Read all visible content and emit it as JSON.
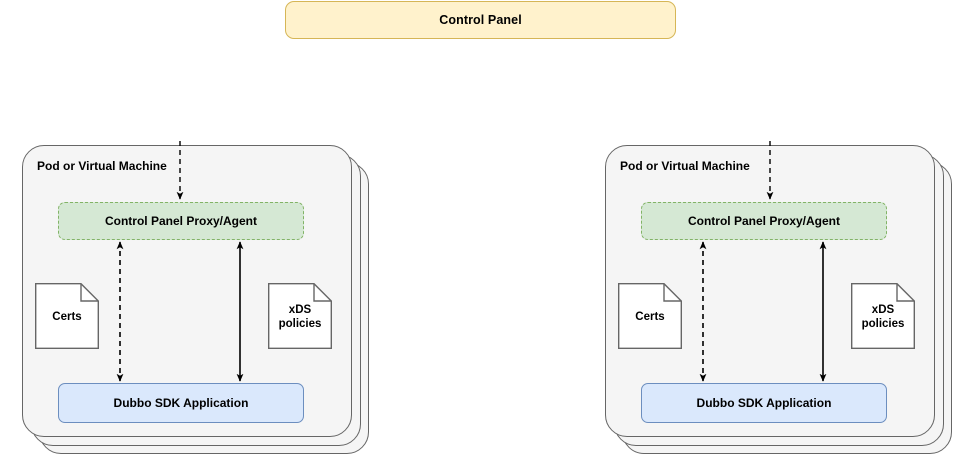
{
  "diagram": {
    "title_box": {
      "label": "Control Panel",
      "fill": "#fff2cc",
      "stroke": "#d6b656"
    },
    "groups": [
      {
        "id": "left",
        "title": "Pod or Virtual Machine",
        "stack_count": 3,
        "proxy": {
          "label": "Control Panel Proxy/Agent",
          "fill": "#d5e8d4",
          "stroke": "#82b366",
          "stroke_style": "dashed"
        },
        "application": {
          "label": "Dubbo SDK Application",
          "fill": "#dae8fc",
          "stroke": "#6c8ebf",
          "stroke_style": "solid"
        },
        "documents": [
          {
            "label": "Certs",
            "fill": "#ffffff",
            "stroke": "#666666"
          },
          {
            "label": "xDS\npolicies",
            "line1": "xDS",
            "line2": "policies",
            "fill": "#ffffff",
            "stroke": "#666666"
          }
        ],
        "edges": [
          {
            "from": "control-panel",
            "to": "proxy",
            "style": "dashed",
            "arrows": "end"
          },
          {
            "from": "proxy",
            "to": "application",
            "style": "dashed",
            "arrows": "both"
          },
          {
            "from": "proxy",
            "to": "application",
            "style": "solid",
            "arrows": "both"
          }
        ]
      },
      {
        "id": "right",
        "title": "Pod or Virtual Machine",
        "stack_count": 3,
        "proxy": {
          "label": "Control Panel Proxy/Agent",
          "fill": "#d5e8d4",
          "stroke": "#82b366",
          "stroke_style": "dashed"
        },
        "application": {
          "label": "Dubbo SDK Application",
          "fill": "#dae8fc",
          "stroke": "#6c8ebf",
          "stroke_style": "solid"
        },
        "documents": [
          {
            "label": "Certs",
            "fill": "#ffffff",
            "stroke": "#666666"
          },
          {
            "label": "xDS\npolicies",
            "line1": "xDS",
            "line2": "policies",
            "fill": "#ffffff",
            "stroke": "#666666"
          }
        ],
        "edges": [
          {
            "from": "control-panel",
            "to": "proxy",
            "style": "dashed",
            "arrows": "end"
          },
          {
            "from": "proxy",
            "to": "application",
            "style": "dashed",
            "arrows": "both"
          },
          {
            "from": "proxy",
            "to": "application",
            "style": "solid",
            "arrows": "both"
          }
        ]
      }
    ],
    "colors": {
      "pod_fill": "#f5f5f5",
      "pod_stroke": "#666666",
      "edge_stroke": "#000000",
      "background": "#ffffff"
    }
  }
}
